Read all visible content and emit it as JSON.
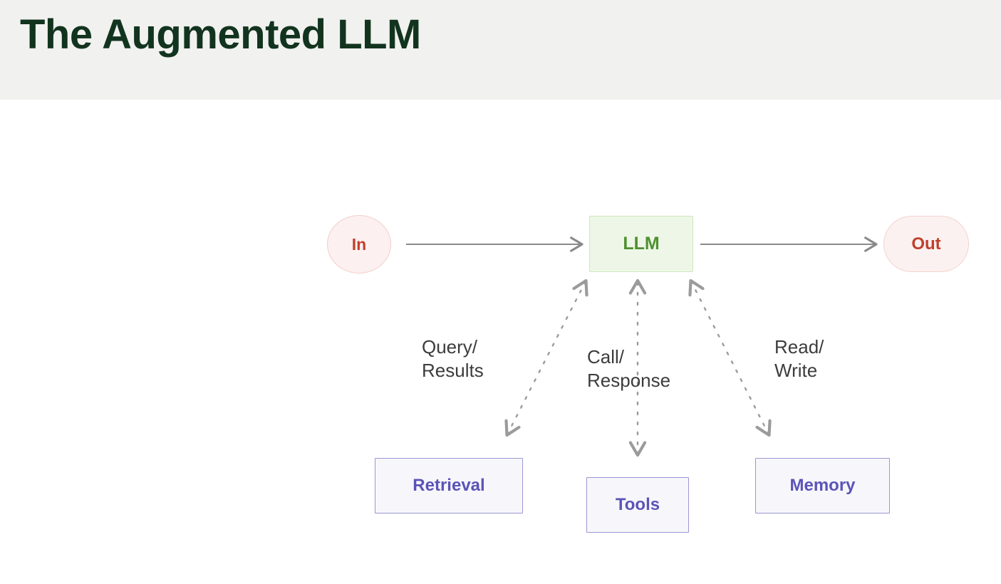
{
  "header": {
    "title": "The Augmented LLM",
    "background_color": "#f1f1ef",
    "title_color": "#12341f"
  },
  "diagram": {
    "type": "flow-diagram",
    "background_color": "#ffffff",
    "nodes": [
      {
        "id": "in",
        "label": "In",
        "shape": "circle",
        "fill": "#fcf0f0",
        "stroke": "#f2cfcb",
        "text_color": "#c0402c"
      },
      {
        "id": "llm",
        "label": "LLM",
        "shape": "rectangle",
        "fill": "#eef7e7",
        "stroke": "#cfe7bd",
        "text_color": "#4f9030"
      },
      {
        "id": "out",
        "label": "Out",
        "shape": "stadium",
        "fill": "#fcf1f1",
        "stroke": "#f3d3cf",
        "text_color": "#c0402c"
      },
      {
        "id": "retrieval",
        "label": "Retrieval",
        "shape": "rectangle",
        "fill": "#f7f7fb",
        "stroke": "#9a96d4",
        "text_color": "#5b54b8"
      },
      {
        "id": "tools",
        "label": "Tools",
        "shape": "rectangle",
        "fill": "#f7f7fb",
        "stroke": "#9a96d4",
        "text_color": "#5b54b8"
      },
      {
        "id": "memory",
        "label": "Memory",
        "shape": "rectangle",
        "fill": "#f7f7fb",
        "stroke": "#9a96d4",
        "text_color": "#5b54b8"
      }
    ],
    "edges": [
      {
        "id": "in-to-llm",
        "from": "in",
        "to": "llm",
        "style": "solid",
        "direction": "forward",
        "label": "",
        "color": "#8a8a8a"
      },
      {
        "id": "llm-to-out",
        "from": "llm",
        "to": "out",
        "style": "solid",
        "direction": "forward",
        "label": "",
        "color": "#8a8a8a"
      },
      {
        "id": "llm-retrieval",
        "from": "llm",
        "to": "retrieval",
        "style": "dashed",
        "direction": "bidirectional",
        "label": "Query/\nResults",
        "color": "#9b9b9b"
      },
      {
        "id": "llm-tools",
        "from": "llm",
        "to": "tools",
        "style": "dashed",
        "direction": "bidirectional",
        "label": "Call/\nResponse",
        "color": "#9b9b9b"
      },
      {
        "id": "llm-memory",
        "from": "llm",
        "to": "memory",
        "style": "dashed",
        "direction": "bidirectional",
        "label": "Read/\nWrite",
        "color": "#9b9b9b"
      }
    ],
    "labels": {
      "query_results": "Query/\nResults",
      "call_response": "Call/\nResponse",
      "read_write": "Read/\nWrite"
    }
  }
}
